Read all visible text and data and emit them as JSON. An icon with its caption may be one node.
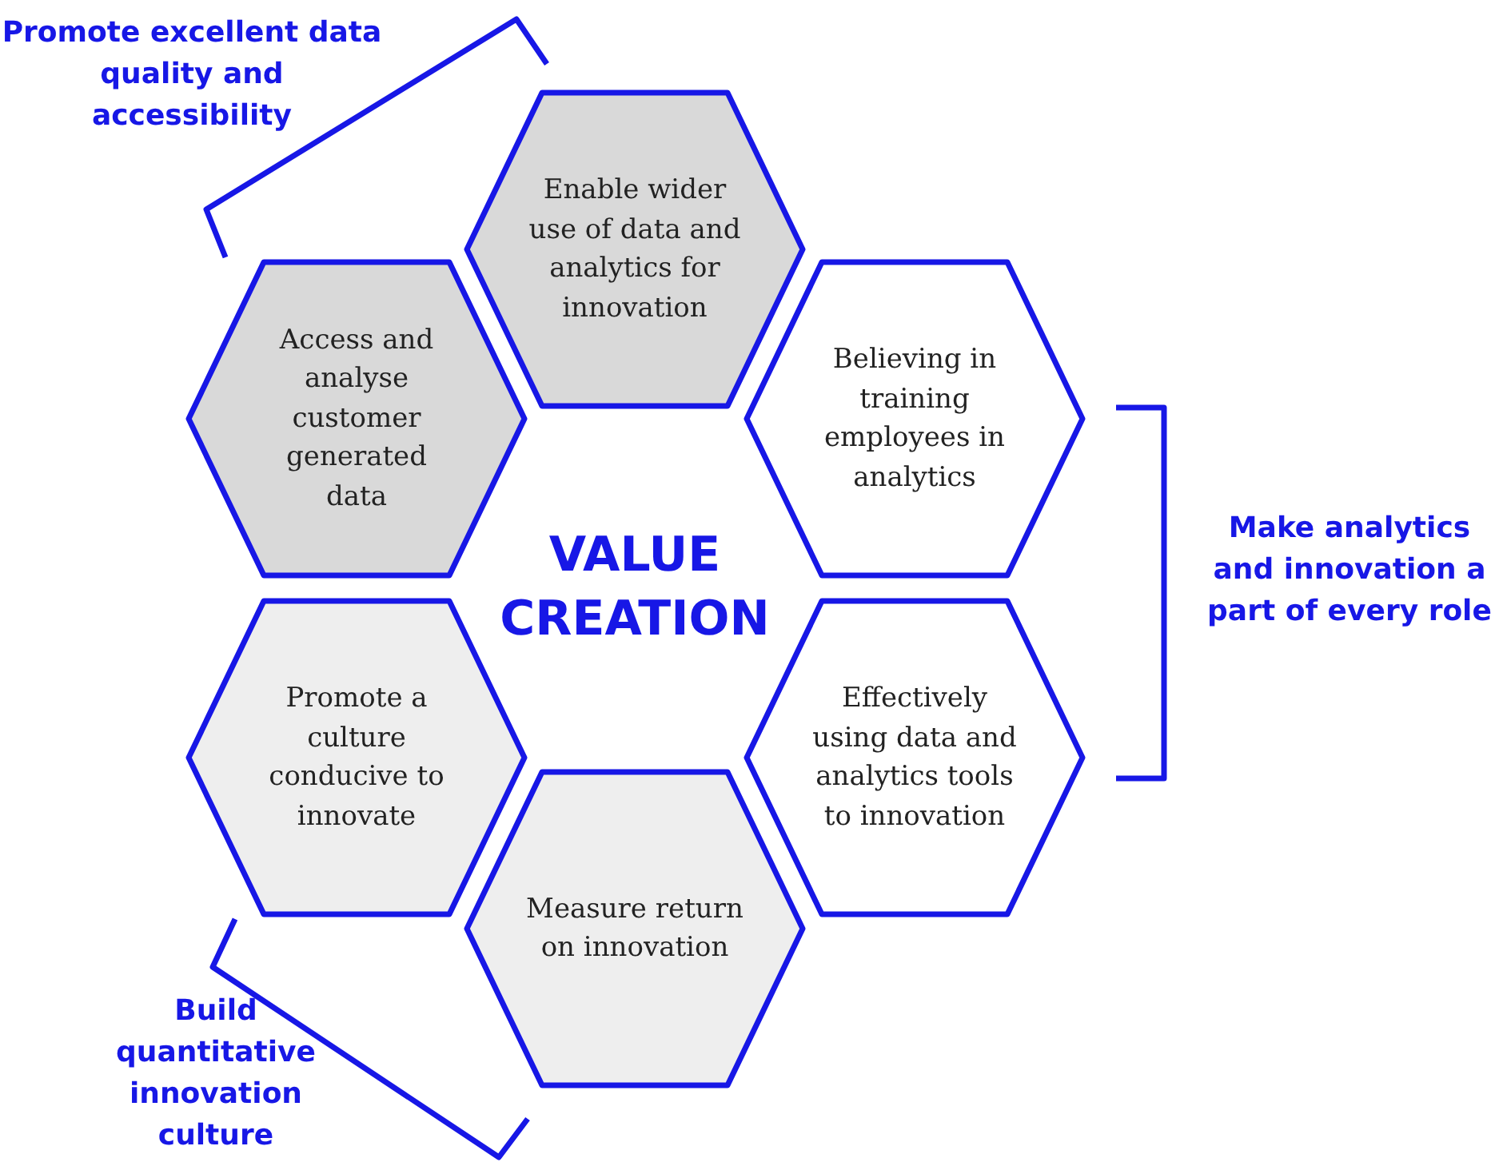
{
  "diagram": {
    "nodes": [
      {
        "text": [
          "Enable wider use of data and analytics for innovation"
        ]
      },
      {
        "text": [
          "Access and analyse customer generated data"
        ]
      },
      {
        "text": [
          "Believing in training employees in analytics"
        ]
      },
      {
        "text": [
          "Promote a culture conducive to innovate"
        ]
      },
      {
        "text": [
          "Effectively using data and analytics tools to innovation"
        ]
      },
      {
        "text": [
          "Measure return on innovation"
        ]
      }
    ],
    "labels": [
      "Promote excellent data quality and accessibility",
      "VALUE CREATION",
      "Make analytics and innovation a part of every role",
      "Build quantitative innovation culture"
    ]
  }
}
